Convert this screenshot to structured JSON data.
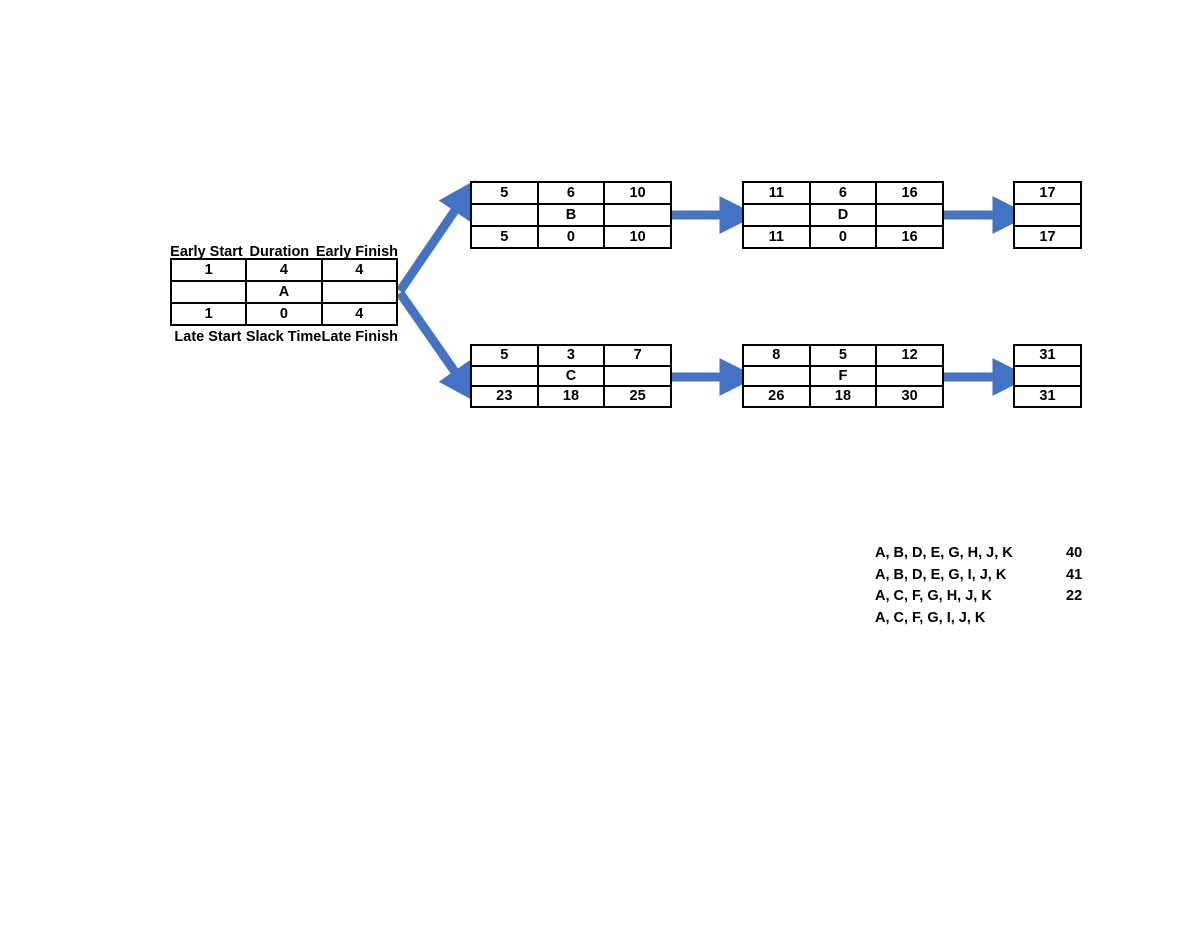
{
  "diagram": {
    "type": "project-network-cpm",
    "accent_color": "#4472C4",
    "border_color": "#000000",
    "background_color": "#FFFFFF"
  },
  "legend": {
    "top_labels": [
      "Early Start",
      "Duration",
      "Early Finish"
    ],
    "bottom_labels": [
      "Late Start",
      "Slack Time",
      "Late Finish"
    ]
  },
  "nodes": [
    {
      "id": "A",
      "name": "node-a",
      "early_start": "1",
      "duration": "4",
      "early_finish": "4",
      "task": "A",
      "late_start": "1",
      "slack_time": "0",
      "late_finish": "4"
    },
    {
      "id": "B",
      "name": "node-b",
      "early_start": "5",
      "duration": "6",
      "early_finish": "10",
      "task": "B",
      "late_start": "5",
      "slack_time": "0",
      "late_finish": "10"
    },
    {
      "id": "D",
      "name": "node-d",
      "early_start": "11",
      "duration": "6",
      "early_finish": "16",
      "task": "D",
      "late_start": "11",
      "slack_time": "0",
      "late_finish": "16"
    },
    {
      "id": "top-end",
      "name": "node-top-end",
      "early_start": "17",
      "task": "",
      "late_start": "17"
    },
    {
      "id": "C",
      "name": "node-c",
      "early_start": "5",
      "duration": "3",
      "early_finish": "7",
      "task": "C",
      "late_start": "23",
      "slack_time": "18",
      "late_finish": "25"
    },
    {
      "id": "F",
      "name": "node-f",
      "early_start": "8",
      "duration": "5",
      "early_finish": "12",
      "task": "F",
      "late_start": "26",
      "slack_time": "18",
      "late_finish": "30"
    },
    {
      "id": "bottom-end",
      "name": "node-bottom-end",
      "early_start": "31",
      "task": "",
      "late_start": "31"
    }
  ],
  "paths": [
    {
      "label": "A, B, D, E, G, H, J, K",
      "duration": "40"
    },
    {
      "label": "A, B, D, E, G, I, J, K",
      "duration": "41"
    },
    {
      "label": "A, C, F, G, H, J, K",
      "duration": "22"
    },
    {
      "label": "A, C, F, G, I, J, K",
      "duration": ""
    }
  ]
}
